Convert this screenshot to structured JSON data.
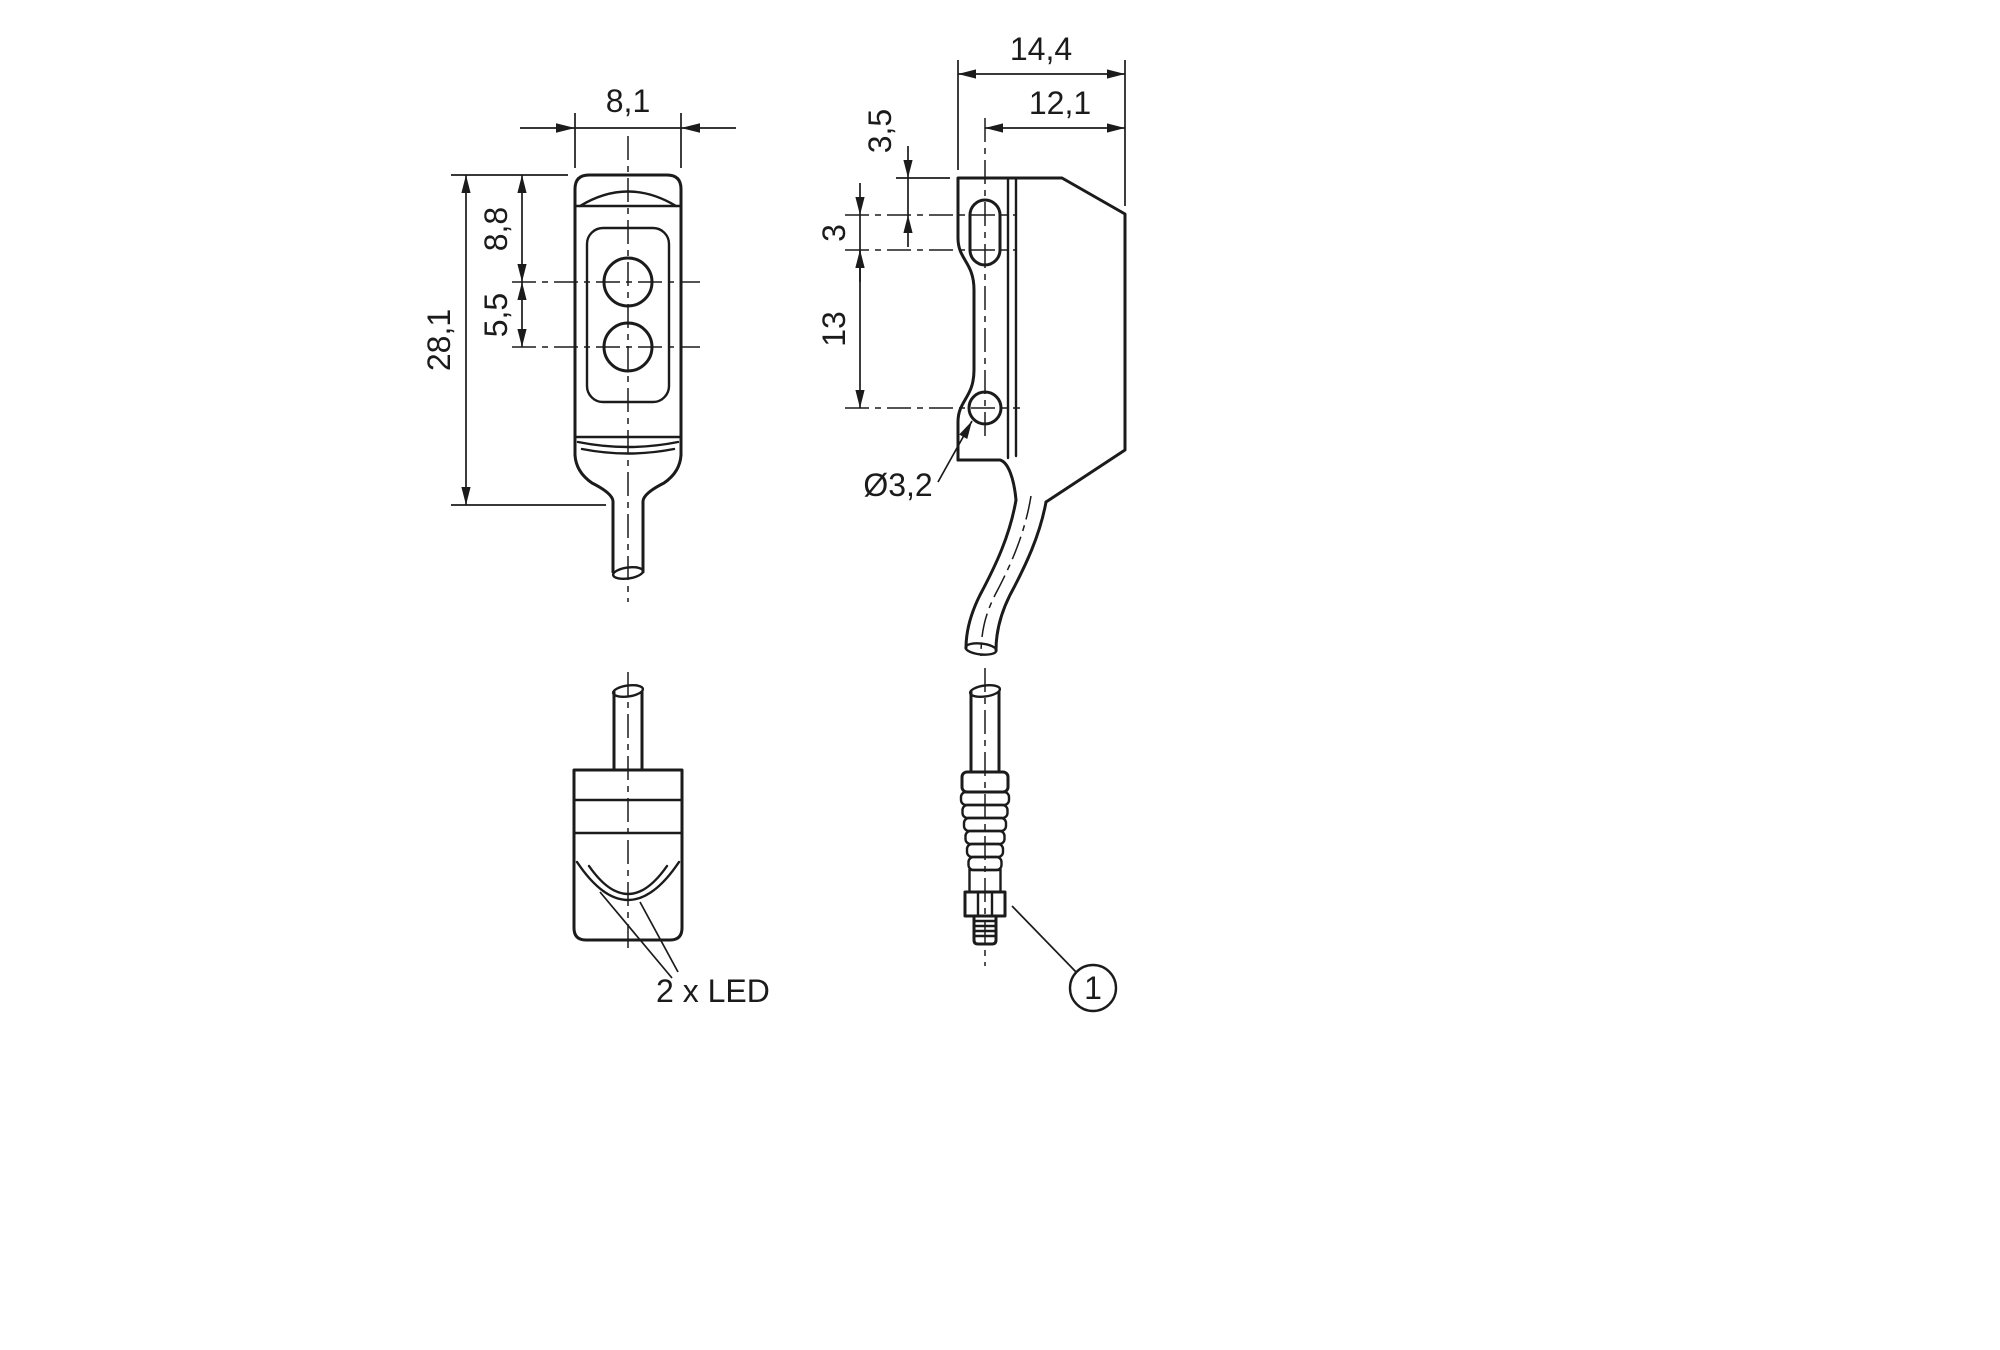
{
  "page": {
    "background": "#ffffff",
    "line_color": "#1b1b1b"
  },
  "views": {
    "front": {
      "dims": {
        "width": "8,1",
        "led_offset_from_top": "8,8",
        "led_pitch": "5,5",
        "height": "28,1"
      }
    },
    "side": {
      "dims": {
        "depth": "14,4",
        "axis_from_back": "12,1",
        "slot_offset_from_top": "3,5",
        "slot_pitch": "3",
        "hole_offset": "13",
        "hole_diameter": "Ø3,2"
      }
    },
    "bottom": {
      "led_note": "2 x LED"
    },
    "connector": {
      "callout_number": "1"
    }
  }
}
